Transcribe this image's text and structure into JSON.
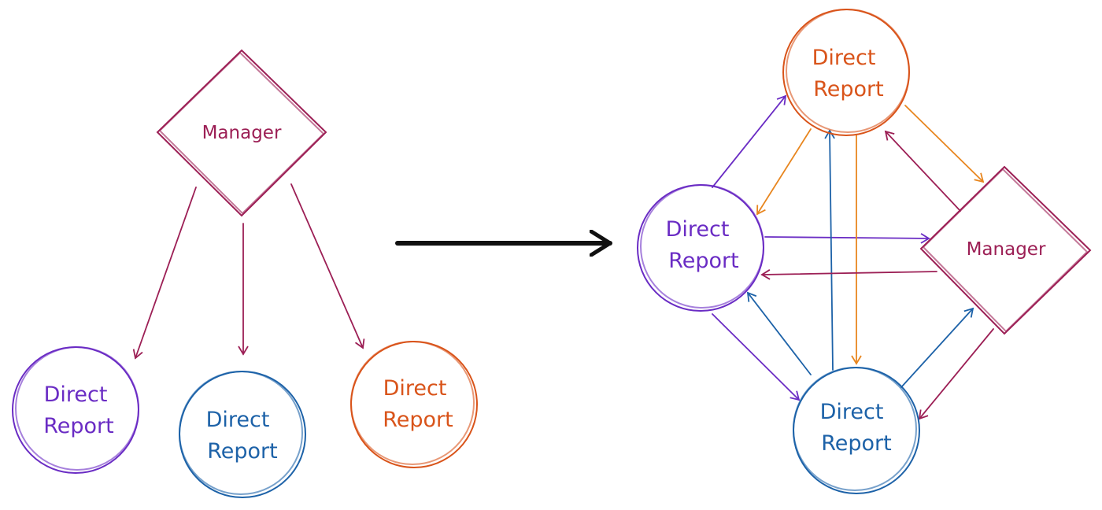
{
  "colors": {
    "manager": "#9c1f55",
    "purple": "#6a2cc4",
    "blue": "#1d62a8",
    "orange": "#d9541a",
    "orange_arrow": "#e8861f",
    "black": "#111111"
  },
  "left_diagram": {
    "manager_label": "Manager",
    "reports": [
      {
        "line1": "Direct",
        "line2": "Report",
        "color": "purple"
      },
      {
        "line1": "Direct",
        "line2": "Report",
        "color": "blue"
      },
      {
        "line1": "Direct",
        "line2": "Report",
        "color": "orange"
      }
    ]
  },
  "right_diagram": {
    "manager_label": "Manager",
    "reports": [
      {
        "line1": "Direct",
        "line2": "Report",
        "color": "orange"
      },
      {
        "line1": "Direct",
        "line2": "Report",
        "color": "purple"
      },
      {
        "line1": "Direct",
        "line2": "Report",
        "color": "blue"
      }
    ]
  }
}
